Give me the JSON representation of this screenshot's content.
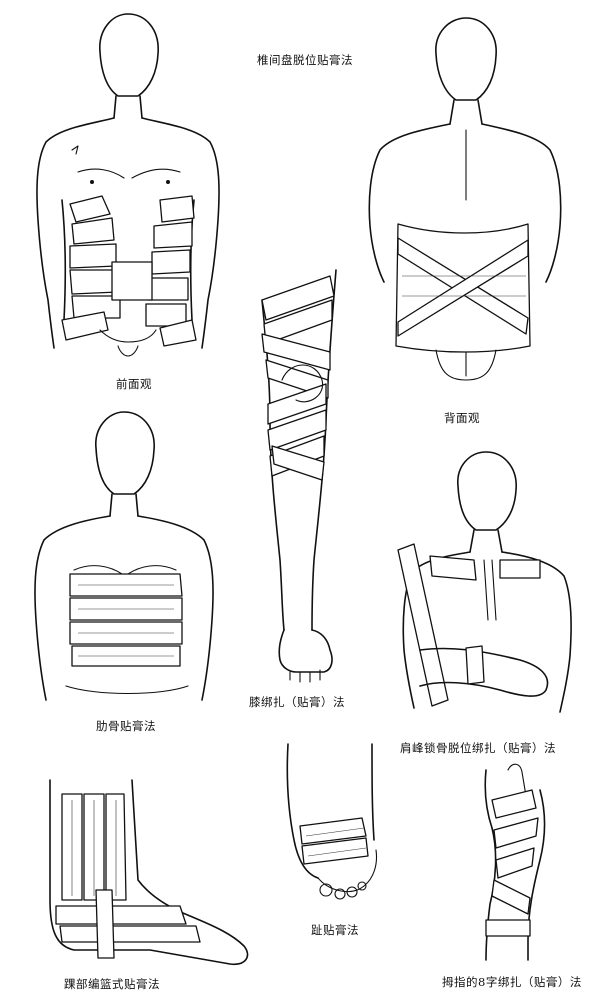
{
  "captions": {
    "title": "椎间盘脱位贴膏法",
    "front_view": "前面观",
    "back_view": "背面观",
    "knee": "膝绑扎（贴膏）法",
    "rib": "肋骨贴膏法",
    "shoulder": "肩峰锁骨脱位绑扎（贴膏）法",
    "ankle": "踝部编篮式贴膏法",
    "toe": "趾贴膏法",
    "thumb": "拇指的8字绑扎（贴膏）法"
  },
  "colors": {
    "ink": "#111111",
    "paper": "#ffffff"
  }
}
